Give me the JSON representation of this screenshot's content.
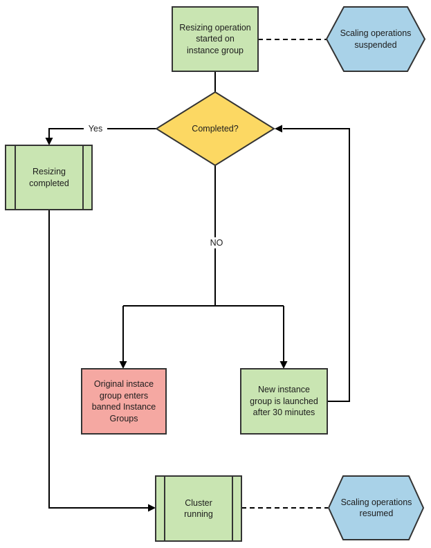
{
  "diagram": {
    "colors": {
      "process_green": "#c9e5b2",
      "decision_yellow": "#fcd863",
      "terminal_blue": "#a9d2e8",
      "warning_red": "#f5a8a2",
      "shape_border": "#333333",
      "connector_black": "#000000",
      "background": "#ffffff"
    },
    "nodes": {
      "start": {
        "shape": "rectangle",
        "label": "Resizing operation\nstarted on\ninstance group"
      },
      "suspended": {
        "shape": "hexagon",
        "label": "Scaling operations\nsuspended"
      },
      "completed": {
        "shape": "diamond",
        "label": "Completed?"
      },
      "resizing_completed": {
        "shape": "predefined-process",
        "label": "Resizing\ncompleted"
      },
      "banned": {
        "shape": "rectangle",
        "label": "Original instace\ngroup enters\nbanned Instance\nGroups"
      },
      "new_group": {
        "shape": "rectangle",
        "label": "New instance\ngroup is launched\nafter 30 minutes"
      },
      "cluster": {
        "shape": "predefined-process",
        "label": "Cluster\nrunning"
      },
      "resumed": {
        "shape": "hexagon",
        "label": "Scaling operations\nresumed"
      }
    },
    "edge_labels": {
      "yes": "Yes",
      "no": "NO"
    }
  }
}
